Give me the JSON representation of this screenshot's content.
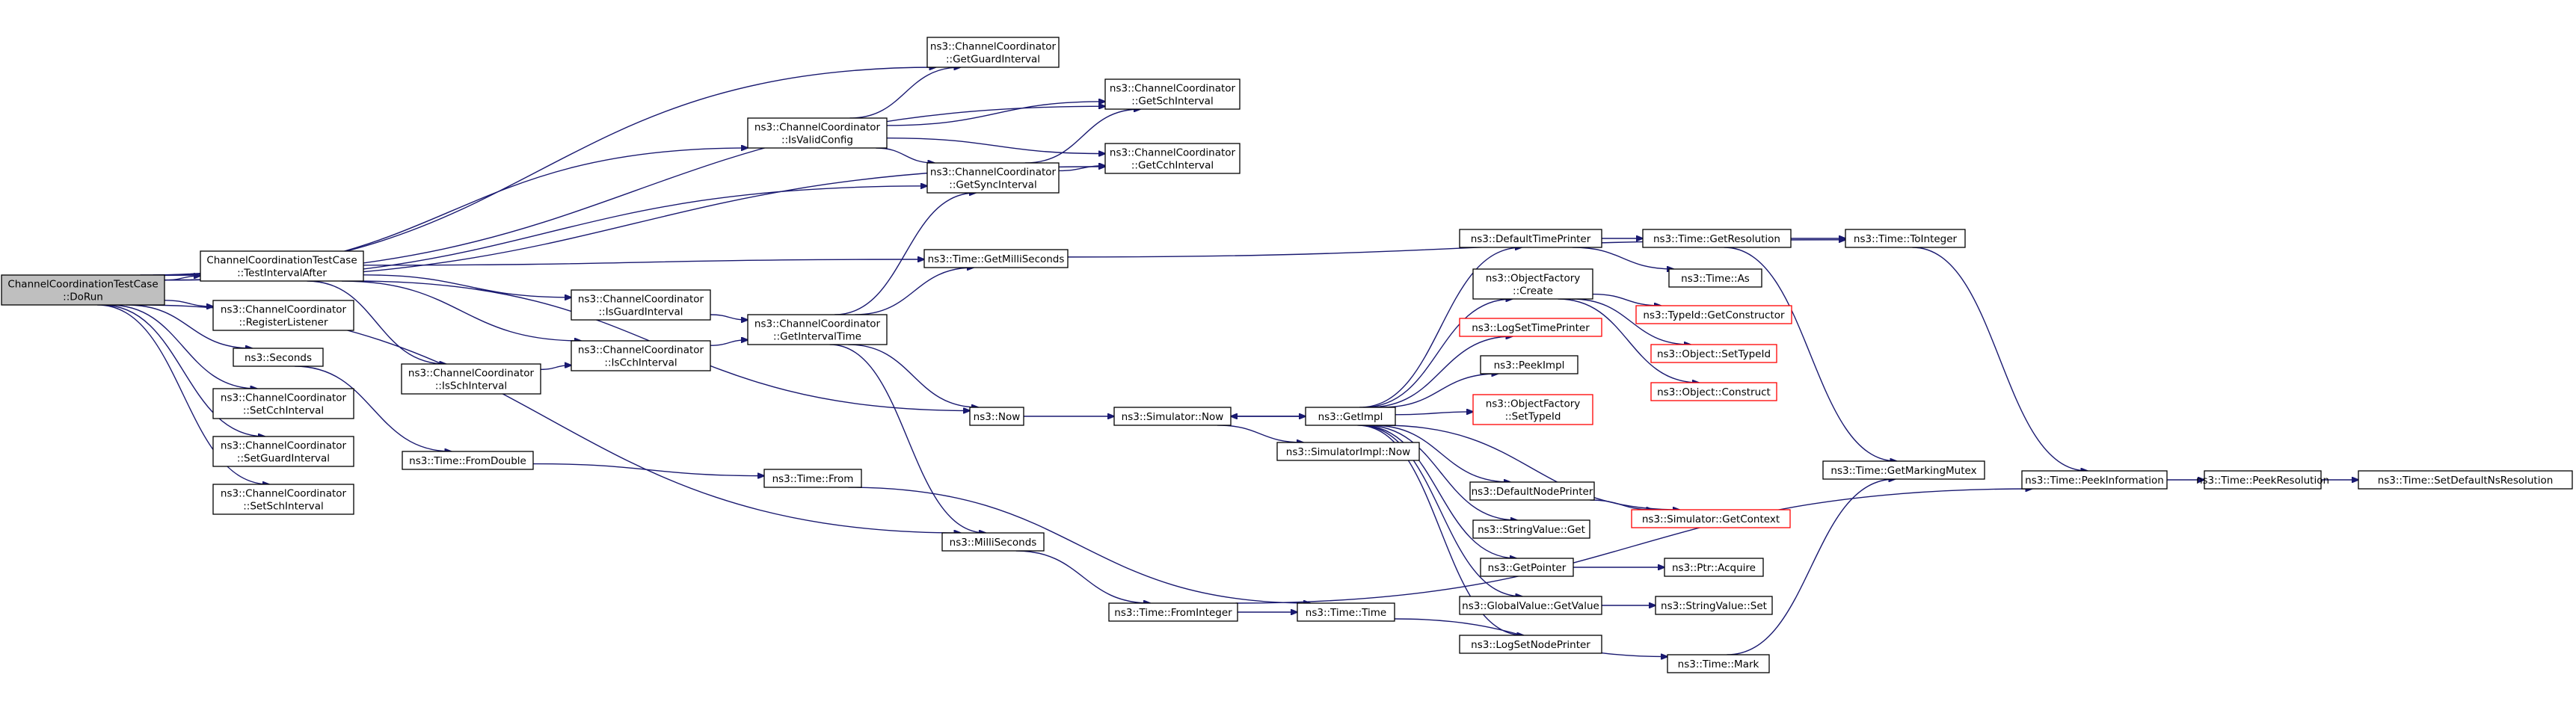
{
  "graph": {
    "nodes": [
      {
        "id": "root",
        "lines": [
          "ChannelCoordinationTestCase",
          "::DoRun"
        ],
        "root": true
      },
      {
        "id": "tia",
        "lines": [
          "ChannelCoordinationTestCase",
          "::TestIntervalAfter"
        ]
      },
      {
        "id": "reglist",
        "lines": [
          "ns3::ChannelCoordinator",
          "::RegisterListener"
        ]
      },
      {
        "id": "seconds",
        "lines": [
          "ns3::Seconds"
        ]
      },
      {
        "id": "setcch",
        "lines": [
          "ns3::ChannelCoordinator",
          "::SetCchInterval"
        ]
      },
      {
        "id": "setguard",
        "lines": [
          "ns3::ChannelCoordinator",
          "::SetGuardInterval"
        ]
      },
      {
        "id": "setsch",
        "lines": [
          "ns3::ChannelCoordinator",
          "::SetSchInterval"
        ]
      },
      {
        "id": "fromdouble",
        "lines": [
          "ns3::Time::FromDouble"
        ]
      },
      {
        "id": "isguard",
        "lines": [
          "ns3::ChannelCoordinator",
          "::IsGuardInterval"
        ]
      },
      {
        "id": "iscch",
        "lines": [
          "ns3::ChannelCoordinator",
          "::IsCchInterval"
        ]
      },
      {
        "id": "issch",
        "lines": [
          "ns3::ChannelCoordinator",
          "::IsSchInterval"
        ]
      },
      {
        "id": "isvalid",
        "lines": [
          "ns3::ChannelCoordinator",
          "::IsValidConfig"
        ]
      },
      {
        "id": "getintervaltime",
        "lines": [
          "ns3::ChannelCoordinator",
          "::GetIntervalTime"
        ]
      },
      {
        "id": "getguard",
        "lines": [
          "ns3::ChannelCoordinator",
          "::GetGuardInterval"
        ]
      },
      {
        "id": "getsync",
        "lines": [
          "ns3::ChannelCoordinator",
          "::GetSyncInterval"
        ]
      },
      {
        "id": "getms",
        "lines": [
          "ns3::Time::GetMilliSeconds"
        ]
      },
      {
        "id": "now",
        "lines": [
          "ns3::Now"
        ]
      },
      {
        "id": "millis",
        "lines": [
          "ns3::MilliSeconds"
        ]
      },
      {
        "id": "timefrom",
        "lines": [
          "ns3::Time::From"
        ]
      },
      {
        "id": "getsch",
        "lines": [
          "ns3::ChannelCoordinator",
          "::GetSchInterval"
        ]
      },
      {
        "id": "getcch",
        "lines": [
          "ns3::ChannelCoordinator",
          "::GetCchInterval"
        ]
      },
      {
        "id": "simnow",
        "lines": [
          "ns3::Simulator::Now"
        ]
      },
      {
        "id": "frominteger",
        "lines": [
          "ns3::Time::FromInteger"
        ]
      },
      {
        "id": "timetime",
        "lines": [
          "ns3::Time::Time"
        ]
      },
      {
        "id": "getimpl",
        "lines": [
          "ns3::GetImpl"
        ]
      },
      {
        "id": "simimplnow",
        "lines": [
          "ns3::SimulatorImpl::Now"
        ]
      },
      {
        "id": "deftimeprinter",
        "lines": [
          "ns3::DefaultTimePrinter"
        ]
      },
      {
        "id": "objfactcreate",
        "lines": [
          "ns3::ObjectFactory",
          "::Create"
        ]
      },
      {
        "id": "logsettime",
        "lines": [
          "ns3::LogSetTimePrinter"
        ],
        "red": true
      },
      {
        "id": "peekimpl",
        "lines": [
          "ns3::PeekImpl"
        ]
      },
      {
        "id": "objfactsettype",
        "lines": [
          "ns3::ObjectFactory",
          "::SetTypeId"
        ],
        "red": true
      },
      {
        "id": "defnodeprinter",
        "lines": [
          "ns3::DefaultNodePrinter"
        ]
      },
      {
        "id": "strvalget",
        "lines": [
          "ns3::StringValue::Get"
        ]
      },
      {
        "id": "getpointer",
        "lines": [
          "ns3::GetPointer"
        ]
      },
      {
        "id": "globalvalget",
        "lines": [
          "ns3::GlobalValue::GetValue"
        ]
      },
      {
        "id": "logsetnode",
        "lines": [
          "ns3::LogSetNodePrinter"
        ]
      },
      {
        "id": "getresolution",
        "lines": [
          "ns3::Time::GetResolution"
        ]
      },
      {
        "id": "timeas",
        "lines": [
          "ns3::Time::As"
        ]
      },
      {
        "id": "typeidgetctor",
        "lines": [
          "ns3::TypeId::GetConstructor"
        ],
        "red": true
      },
      {
        "id": "objsettypeid",
        "lines": [
          "ns3::Object::SetTypeId"
        ],
        "red": true
      },
      {
        "id": "objconstruct",
        "lines": [
          "ns3::Object::Construct"
        ],
        "red": true
      },
      {
        "id": "simgetcontext",
        "lines": [
          "ns3::Simulator::GetContext"
        ],
        "red": true
      },
      {
        "id": "ptracquire",
        "lines": [
          "ns3::Ptr::Acquire"
        ]
      },
      {
        "id": "strvalset",
        "lines": [
          "ns3::StringValue::Set"
        ]
      },
      {
        "id": "timemark",
        "lines": [
          "ns3::Time::Mark"
        ]
      },
      {
        "id": "tointeger",
        "lines": [
          "ns3::Time::ToInteger"
        ]
      },
      {
        "id": "getmarkingmutex",
        "lines": [
          "ns3::Time::GetMarkingMutex"
        ]
      },
      {
        "id": "peekinfo",
        "lines": [
          "ns3::Time::PeekInformation"
        ]
      },
      {
        "id": "peekres",
        "lines": [
          "ns3::Time::PeekResolution"
        ]
      },
      {
        "id": "setdefns",
        "lines": [
          "ns3::Time::SetDefaultNsResolution"
        ]
      }
    ],
    "edges": [
      [
        "root",
        "getguard"
      ],
      [
        "root",
        "getsch"
      ],
      [
        "root",
        "isvalid"
      ],
      [
        "root",
        "getsync"
      ],
      [
        "root",
        "getcch"
      ],
      [
        "root",
        "tia"
      ],
      [
        "root",
        "reglist"
      ],
      [
        "root",
        "seconds"
      ],
      [
        "root",
        "setcch"
      ],
      [
        "root",
        "setguard"
      ],
      [
        "root",
        "setsch"
      ],
      [
        "root",
        "millis"
      ],
      [
        "tia",
        "getms"
      ],
      [
        "tia",
        "isguard"
      ],
      [
        "tia",
        "iscch"
      ],
      [
        "tia",
        "issch"
      ],
      [
        "tia",
        "now"
      ],
      [
        "seconds",
        "fromdouble"
      ],
      [
        "isguard",
        "getintervaltime"
      ],
      [
        "iscch",
        "getintervaltime"
      ],
      [
        "issch",
        "iscch"
      ],
      [
        "isvalid",
        "getguard"
      ],
      [
        "isvalid",
        "getsch"
      ],
      [
        "isvalid",
        "getcch"
      ],
      [
        "isvalid",
        "getsync"
      ],
      [
        "getintervaltime",
        "getsync"
      ],
      [
        "getintervaltime",
        "getms"
      ],
      [
        "getintervaltime",
        "now"
      ],
      [
        "getintervaltime",
        "millis"
      ],
      [
        "getsync",
        "getsch"
      ],
      [
        "getsync",
        "getcch"
      ],
      [
        "getms",
        "tointeger"
      ],
      [
        "fromdouble",
        "timefrom"
      ],
      [
        "timefrom",
        "timetime"
      ],
      [
        "now",
        "simnow"
      ],
      [
        "millis",
        "frominteger"
      ],
      [
        "frominteger",
        "timetime"
      ],
      [
        "frominteger",
        "peekinfo"
      ],
      [
        "timetime",
        "timemark"
      ],
      [
        "simnow",
        "getimpl"
      ],
      [
        "simnow",
        "simimplnow"
      ],
      [
        "getimpl",
        "simnow"
      ],
      [
        "getimpl",
        "deftimeprinter"
      ],
      [
        "getimpl",
        "objfactcreate"
      ],
      [
        "getimpl",
        "logsettime"
      ],
      [
        "getimpl",
        "peekimpl"
      ],
      [
        "getimpl",
        "objfactsettype"
      ],
      [
        "getimpl",
        "simgetcontext"
      ],
      [
        "getimpl",
        "defnodeprinter"
      ],
      [
        "getimpl",
        "strvalget"
      ],
      [
        "getimpl",
        "getpointer"
      ],
      [
        "getimpl",
        "globalvalget"
      ],
      [
        "getimpl",
        "logsetnode"
      ],
      [
        "deftimeprinter",
        "getresolution"
      ],
      [
        "deftimeprinter",
        "timeas"
      ],
      [
        "objfactcreate",
        "typeidgetctor"
      ],
      [
        "objfactcreate",
        "objsettypeid"
      ],
      [
        "objfactcreate",
        "objconstruct"
      ],
      [
        "defnodeprinter",
        "simgetcontext"
      ],
      [
        "getpointer",
        "ptracquire"
      ],
      [
        "globalvalget",
        "strvalset"
      ],
      [
        "getresolution",
        "tointeger"
      ],
      [
        "getresolution",
        "getmarkingmutex"
      ],
      [
        "timemark",
        "getmarkingmutex"
      ],
      [
        "tointeger",
        "peekinfo"
      ],
      [
        "peekinfo",
        "peekres"
      ],
      [
        "peekres",
        "setdefns"
      ]
    ]
  }
}
